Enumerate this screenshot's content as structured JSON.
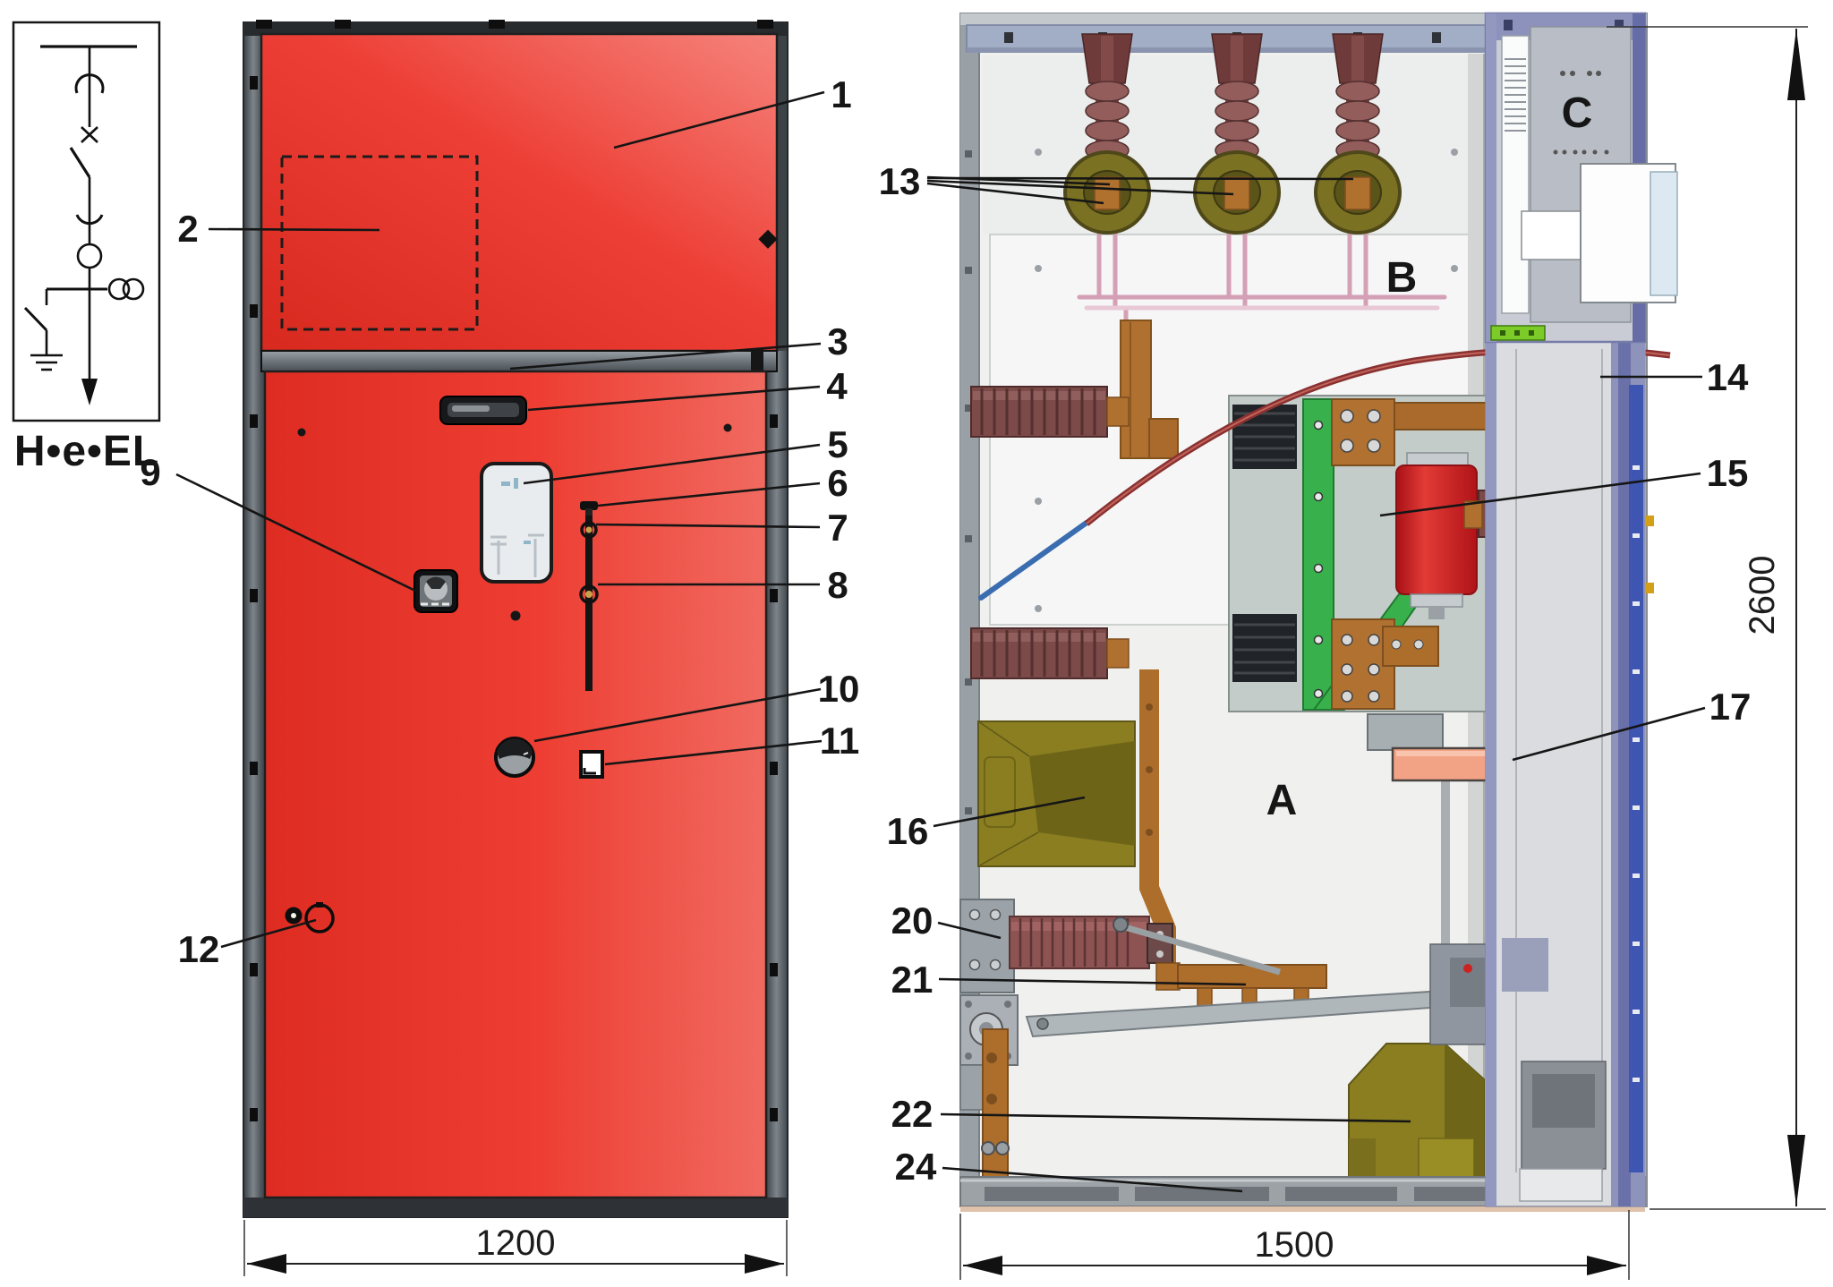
{
  "logo": {
    "text": "H•e•EL"
  },
  "front_view": {
    "dim_width": "1200",
    "callouts": [
      "1",
      "2",
      "3",
      "4",
      "5",
      "6",
      "7",
      "8",
      "9",
      "10",
      "11",
      "12"
    ]
  },
  "section_view": {
    "dim_width": "1500",
    "dim_height": "2600",
    "zones": [
      "A",
      "B",
      "C"
    ],
    "callouts": [
      "13",
      "14",
      "15",
      "16",
      "17",
      "20",
      "21",
      "22",
      "24"
    ]
  }
}
